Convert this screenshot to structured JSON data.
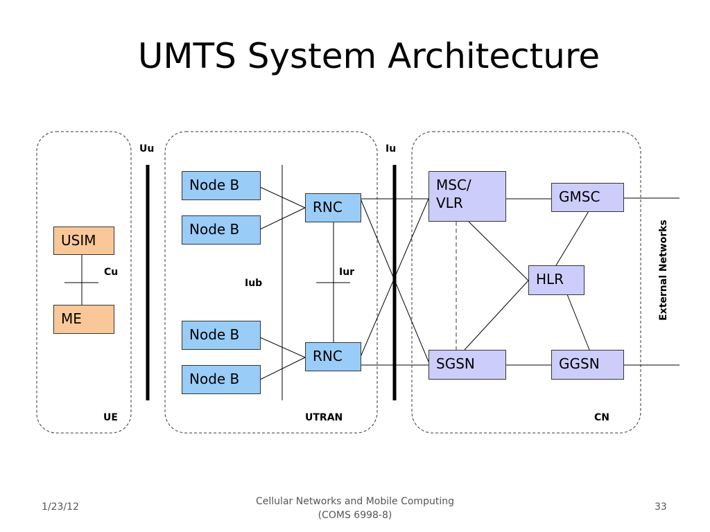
{
  "title": "UMTS System Architecture",
  "domains": {
    "ue": "UE",
    "utran": "UTRAN",
    "cn": "CN"
  },
  "interfaces": {
    "uu": "Uu",
    "iu": "Iu",
    "cu": "Cu",
    "iub": "Iub",
    "iur": "Iur"
  },
  "nodes": {
    "usim": "USIM",
    "me": "ME",
    "node_b_1": "Node B",
    "node_b_2": "Node B",
    "node_b_3": "Node B",
    "node_b_4": "Node B",
    "rnc_1": "RNC",
    "rnc_2": "RNC",
    "msc_vlr_line1": "MSC/",
    "msc_vlr_line2": "VLR",
    "gmsc": "GMSC",
    "hlr": "HLR",
    "sgsn": "SGSN",
    "ggsn": "GGSN"
  },
  "external_networks": "External Networks",
  "footer": {
    "date": "1/23/12",
    "course_line1": "Cellular Networks and Mobile Computing",
    "course_line2": "(COMS 6998-8)",
    "page": "33"
  },
  "colors": {
    "ue_nodes": "#fac898",
    "utran_nodes": "#99ccf7",
    "cn_nodes": "#cdcdfb"
  }
}
